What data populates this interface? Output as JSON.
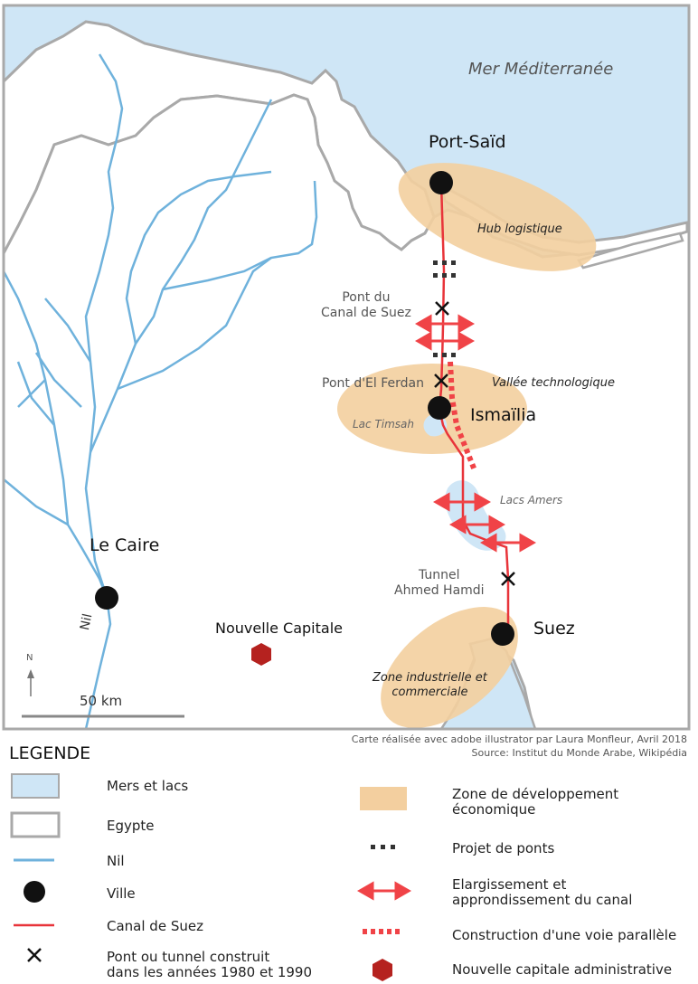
{
  "map": {
    "sea_label": "Mer Méditerranée",
    "cities": {
      "port_said": "Port-Saïd",
      "ismailia": "Ismaïlia",
      "suez": "Suez",
      "cairo": "Le Caire",
      "new_capital": "Nouvelle Capitale"
    },
    "bridges": {
      "suez_canal_bridge": "Pont du\nCanal de Suez",
      "el_ferdan": "Pont d'El Ferdan",
      "tunnel": "Tunnel\nAhmed Hamdi"
    },
    "zones": {
      "logistics": "Hub logistique",
      "tech_valley": "Vallée technologique",
      "industrial": "Zone industrielle et\ncommerciale"
    },
    "lakes": {
      "timsah": "Lac Timsah",
      "bitter": "Lacs Amers"
    },
    "river": "Nil",
    "north": "N",
    "scale": "50 km"
  },
  "credits": {
    "line1": "Carte réalisée avec adobe illustrator par Laura Monfleur, Avril 2018",
    "line2": "Source: Institut du Monde Arabe, Wikipédia"
  },
  "legend": {
    "title": "LEGENDE",
    "seas_lakes": "Mers et lacs",
    "egypt": "Egypte",
    "nile": "Nil",
    "city": "Ville",
    "canal": "Canal de Suez",
    "bridge_built": "Pont ou tunnel construit\ndans les années 1980 et 1990",
    "econ_zone": "Zone de développement\néconomique",
    "bridge_project": "Projet de ponts",
    "widening": "Elargissement et\napprondissement du canal",
    "parallel": "Construction d'une voie parallèle",
    "new_capital": "Nouvelle capitale administrative"
  },
  "colors": {
    "water": "#cfe6f6",
    "zone": "#f3cf9f",
    "nile": "#6fb2dc",
    "canal": "#e8343a",
    "arrow": "#f04347",
    "border": "#a9a9a9",
    "capital": "#b5221f"
  }
}
